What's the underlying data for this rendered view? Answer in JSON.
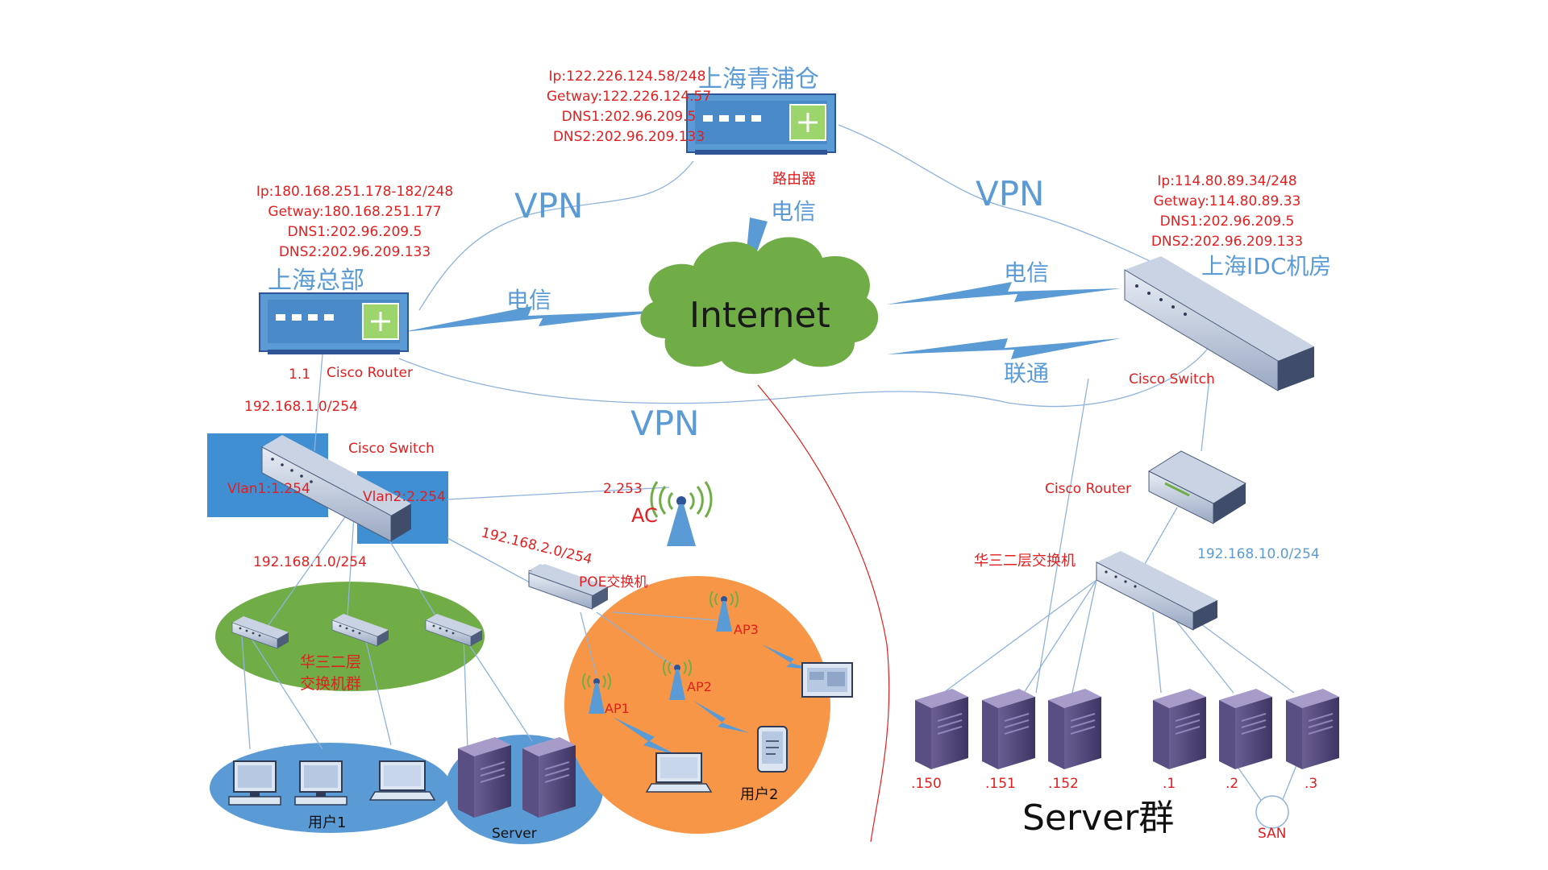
{
  "sites": {
    "qingpu": {
      "title": "上海青浦仓",
      "ip": "Ip:122.226.124.58/248",
      "gateway": "Getway:122.226.124.57",
      "dns1": "DNS1:202.96.209.5",
      "dns2": "DNS2:202.96.209.133",
      "device": "路由器",
      "link": "电信"
    },
    "hq": {
      "title": "上海总部",
      "ip": "Ip:180.168.251.178-182/248",
      "gateway": "Getway:180.168.251.177",
      "dns1": "DNS1:202.96.209.5",
      "dns2": "DNS2:202.96.209.133",
      "router_ip": "1.1",
      "router": "Cisco Router",
      "link": "电信"
    },
    "idc": {
      "title": "上海IDC机房",
      "ip": "Ip:114.80.89.34/248",
      "gateway": "Getway:114.80.89.33",
      "dns1": "DNS1:202.96.209.5",
      "dns2": "DNS2:202.96.209.133",
      "link1": "电信",
      "link2": "联通",
      "switch": "Cisco Switch",
      "router": "Cisco Router",
      "l3switch": "华三二层交换机",
      "subnet": "192.168.10.0/254"
    }
  },
  "internet": "Internet",
  "vpn": [
    "VPN",
    "VPN",
    "VPN"
  ],
  "hq_lan": {
    "subnet_top": "192.168.1.0/254",
    "switch": "Cisco Switch",
    "vlan1": "Vlan1:1.254",
    "vlan2": "Vlan2:2.254",
    "subnet_bottom": "192.168.1.0/254",
    "switch_group": [
      "华三二层",
      "交换机群"
    ],
    "users1": "用户1",
    "server": "Server"
  },
  "wireless": {
    "ac_ip": "2.253",
    "ac": "AC",
    "subnet": "192.168.2.0/254",
    "poe": "POE交换机",
    "ap1": "AP1",
    "ap2": "AP2",
    "ap3": "AP3",
    "users2": "用户2"
  },
  "servers": {
    "labels": [
      ".150",
      ".151",
      ".152",
      ".1",
      ".2",
      ".3"
    ],
    "group": "Server群",
    "san": "SAN"
  },
  "colors": {
    "red_text": "#e02020",
    "blue_text": "#5b9bd5",
    "cloud": "#70ad47",
    "orange_zone": "#f79646",
    "green_zone": "#70ad47",
    "blue_zone": "#5b9bd5"
  }
}
